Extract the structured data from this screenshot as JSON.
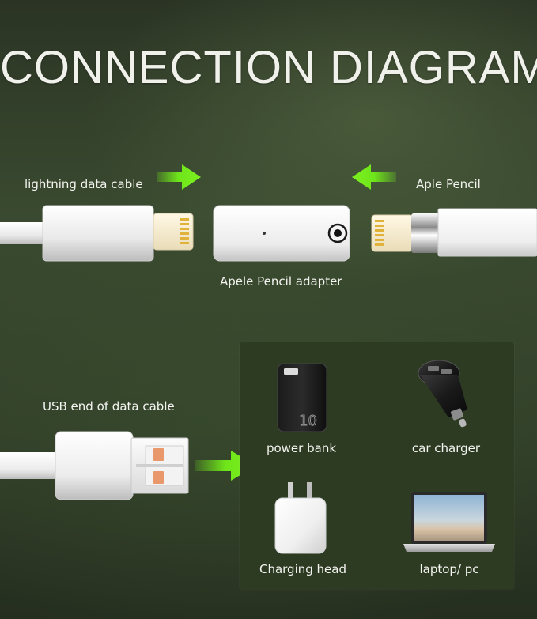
{
  "title": "CONNECTION DIAGRAM",
  "labels": {
    "lightning_cable": "lightning data cable",
    "pencil": "Aple Pencil",
    "adapter": "Apele Pencil adapter",
    "usb_end": "USB end of data cable"
  },
  "devices": [
    {
      "label": "power bank",
      "icon": "power-bank-icon"
    },
    {
      "label": "car charger",
      "icon": "car-charger-icon"
    },
    {
      "label": "Charging head",
      "icon": "charging-head-icon"
    },
    {
      "label": "laptop/ pc",
      "icon": "laptop-icon"
    }
  ],
  "power_bank_mark": "10",
  "colors": {
    "arrow": "#6fe61a",
    "panel": "#2c3b22",
    "text": "#f4f4f0",
    "usb_contacts": "#e8986a"
  }
}
